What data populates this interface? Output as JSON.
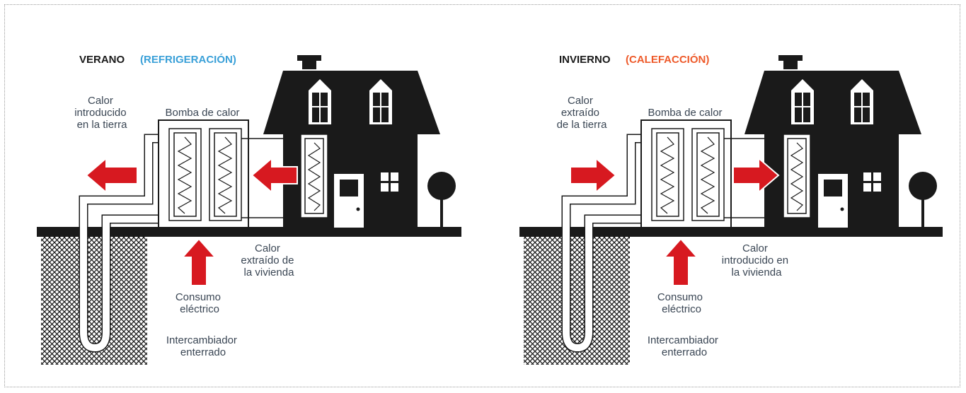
{
  "colors": {
    "black": "#1a1a1a",
    "arrow_red": "#d71920",
    "summer_accent": "#3aa0d8",
    "winter_accent": "#ee5a2a",
    "label_text": "#3a4654"
  },
  "panels": {
    "summer": {
      "season": "VERANO",
      "mode": "(REFRIGERACIÓN)",
      "ground_heat": [
        "Calor",
        "introducido",
        "en la tierra"
      ],
      "pump_label": "Bomba de calor",
      "home_heat": [
        "Calor",
        "extraído de",
        "la vivienda"
      ],
      "power": [
        "Consumo",
        "eléctrico"
      ],
      "exchanger": [
        "Intercambiador",
        "enterrado"
      ]
    },
    "winter": {
      "season": "INVIERNO",
      "mode": "(CALEFACCIÓN)",
      "ground_heat": [
        "Calor",
        "extraído",
        "de la tierra"
      ],
      "pump_label": "Bomba de calor",
      "home_heat": [
        "Calor",
        "introducido en",
        "la vivienda"
      ],
      "power": [
        "Consumo",
        "eléctrico"
      ],
      "exchanger": [
        "Intercambiador",
        "enterrado"
      ]
    }
  }
}
